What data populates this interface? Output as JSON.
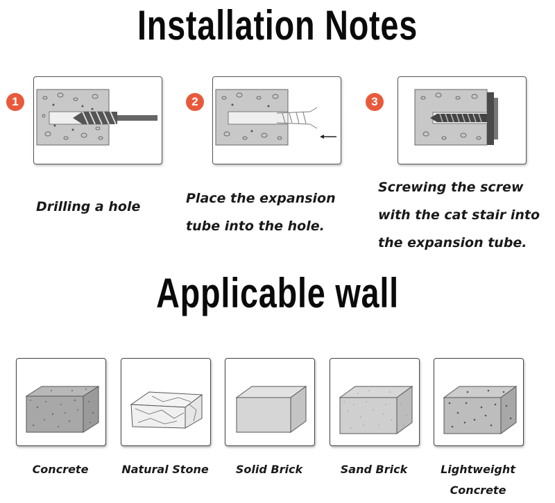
{
  "installation": {
    "title": "Installation Notes",
    "steps": [
      {
        "number": "1",
        "caption_lines": [
          "Drilling a hole"
        ]
      },
      {
        "number": "2",
        "caption_lines": [
          "Place the expansion",
          "tube into the hole."
        ]
      },
      {
        "number": "3",
        "caption_lines": [
          "Screwing the screw",
          "with the cat stair into",
          "the expansion tube."
        ]
      }
    ]
  },
  "walls": {
    "title": "Applicable wall",
    "items": [
      {
        "label_lines": [
          "Concrete"
        ],
        "icon": "concrete-block-icon"
      },
      {
        "label_lines": [
          "Natural Stone"
        ],
        "icon": "natural-stone-icon"
      },
      {
        "label_lines": [
          "Solid Brick"
        ],
        "icon": "solid-brick-icon"
      },
      {
        "label_lines": [
          "Sand Brick"
        ],
        "icon": "sand-brick-icon"
      },
      {
        "label_lines": [
          "Lightweight",
          "Concrete"
        ],
        "icon": "lightweight-concrete-icon"
      }
    ]
  },
  "colors": {
    "step_badge": "#e85a3c",
    "concrete": "#c8c8c8",
    "text": "#111111"
  }
}
